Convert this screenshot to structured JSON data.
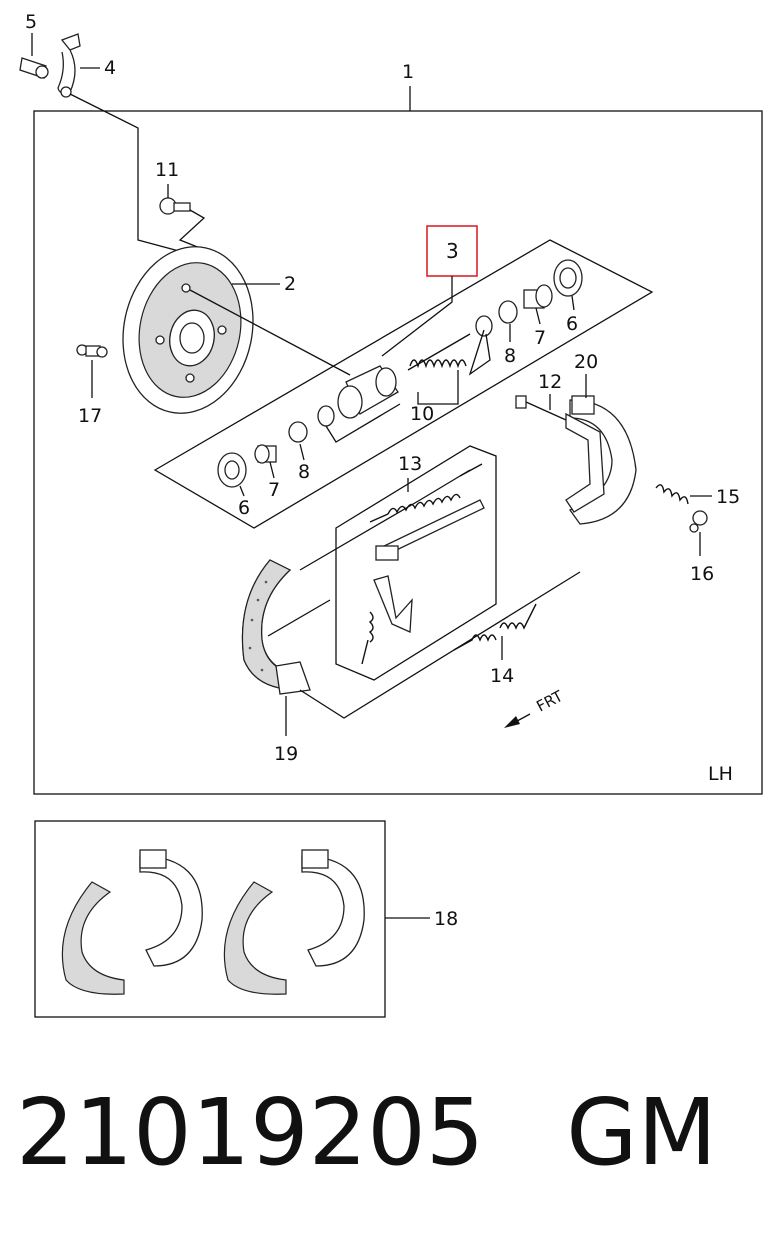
{
  "callouts": {
    "c1": "1",
    "c2": "2",
    "c3": "3",
    "c4": "4",
    "c5": "5",
    "c6a": "6",
    "c6b": "6",
    "c7a": "7",
    "c7b": "7",
    "c8a": "8",
    "c8b": "8",
    "c10": "10",
    "c11": "11",
    "c12": "12",
    "c13": "13",
    "c14": "14",
    "c15": "15",
    "c16": "16",
    "c17": "17",
    "c18": "18",
    "c19": "19",
    "c20": "20"
  },
  "frt_label": "FRT",
  "side_label": "LH",
  "highlight_color": "#d9252a",
  "part_number": "21019205",
  "brand": "GM"
}
